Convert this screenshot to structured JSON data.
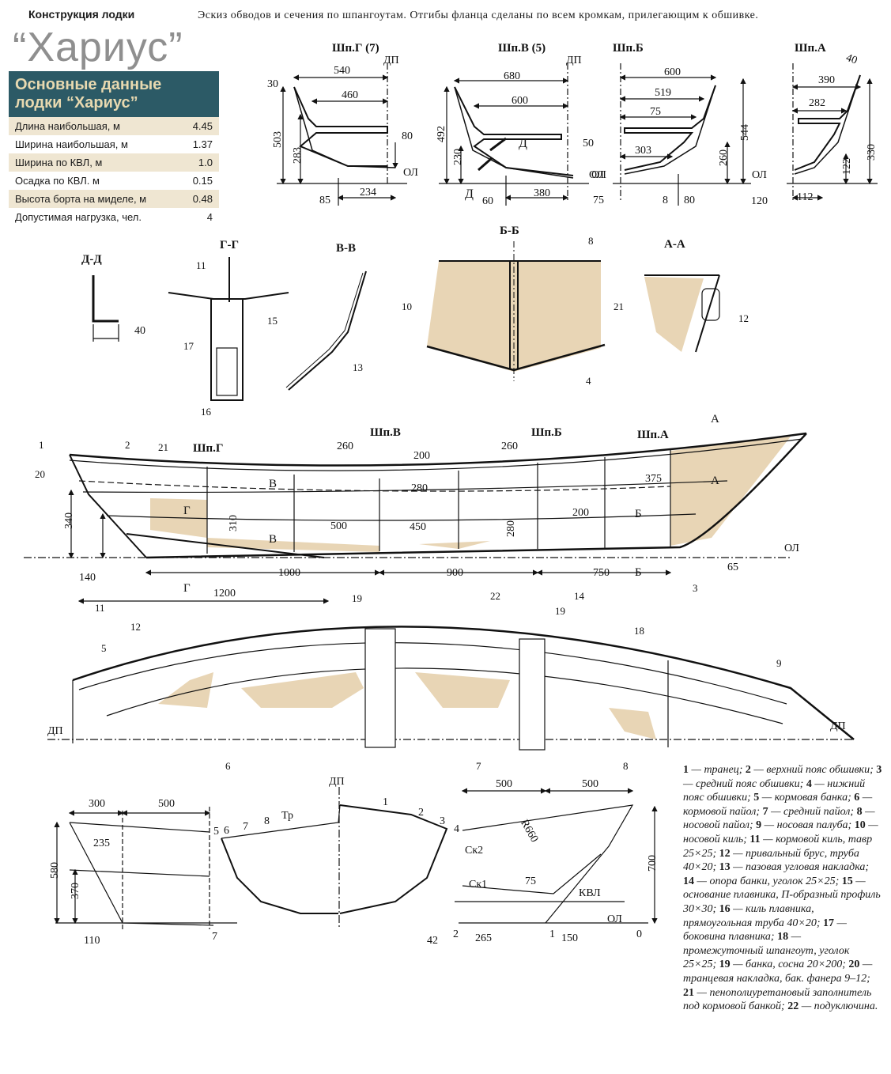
{
  "header": {
    "section_label": "Конструкция лодки",
    "boat_name": "“Хариус”",
    "caption": "Эскиз обводов и сечения по шпангоутам. Отгибы фланца сделаны по всем кромкам, прилегающим к обшивке."
  },
  "data_table": {
    "title_line1": "Основные данные",
    "title_line2": "лодки “Хариус”",
    "rows": [
      {
        "label": "Длина наибольшая, м",
        "value": "4.45"
      },
      {
        "label": "Ширина наибольшая, м",
        "value": "1.37"
      },
      {
        "label": "Ширина по КВЛ, м",
        "value": "1.0"
      },
      {
        "label": "Осадка по КВЛ. м",
        "value": "0.15"
      },
      {
        "label": "Высота борта на миделе, м",
        "value": "0.48"
      },
      {
        "label": "Допустимая нагрузка, чел.",
        "value": "4"
      }
    ]
  },
  "frames": {
    "g": {
      "title": "Шп.Г (7)",
      "dp": "ДП",
      "ol": "ОЛ",
      "d1": "540",
      "d2": "460",
      "d3": "30",
      "h1": "503",
      "h2": "283",
      "h3": "80",
      "b1": "85",
      "b2": "234"
    },
    "v": {
      "title": "Шп.В (5)",
      "dp": "ДП",
      "ol": "ОЛ",
      "d1": "680",
      "d2": "600",
      "h1": "492",
      "h2": "230",
      "h3": "50",
      "b1": "60",
      "b2": "380",
      "mark": "Д"
    },
    "b": {
      "title": "Шп.Б",
      "d1": "600",
      "d2": "519",
      "d3": "75",
      "d4": "303",
      "h1": "544",
      "h2": "260",
      "b1": "75",
      "b2": "8",
      "b3": "80",
      "ol": "ОЛ"
    },
    "a": {
      "title": "Шп.А",
      "d0": "40",
      "d1": "390",
      "d2": "282",
      "h1": "330",
      "h2": "122",
      "b1": "120",
      "b2": "112",
      "ol": "ОЛ"
    }
  },
  "sections": {
    "dd": {
      "title": "Д-Д",
      "dim": "40"
    },
    "gg": {
      "title": "Г-Г",
      "c11": "11",
      "c15": "15",
      "c17": "17",
      "c16": "16"
    },
    "vv": {
      "title": "В-В",
      "c13": "13"
    },
    "bb": {
      "title": "Б-Б",
      "c8": "8",
      "c10": "10",
      "c21": "21",
      "c4": "4"
    },
    "aa": {
      "title": "А-А",
      "c12": "12"
    }
  },
  "side_view": {
    "labels": {
      "g": "Шп.Г",
      "v": "Шп.В",
      "b": "Шп.Б",
      "a": "Шп.А",
      "ol": "ОЛ"
    },
    "dims": [
      "260",
      "200",
      "260",
      "375",
      "280",
      "280",
      "200",
      "500",
      "450",
      "310",
      "340",
      "140",
      "1000",
      "900",
      "750",
      "1200",
      "65"
    ],
    "callouts": [
      "1",
      "2",
      "20",
      "21",
      "3",
      "11",
      "14"
    ],
    "cuts": [
      "Г",
      "В",
      "В",
      "Б",
      "Б",
      "А",
      "А",
      "Г"
    ]
  },
  "plan_view": {
    "dp_left": "ДП",
    "dp_right": "ДП",
    "callouts": [
      "12",
      "5",
      "6",
      "7",
      "8",
      "9",
      "18",
      "19",
      "19",
      "22"
    ]
  },
  "lines_plan": {
    "dp": "ДП",
    "ol": "ОЛ",
    "kvl": "КВЛ",
    "sk1": "Ск1",
    "sk2": "Ск2",
    "tr": "Тр",
    "r": "R660",
    "dims_left": [
      "300",
      "500",
      "235",
      "580",
      "370",
      "110",
      "7"
    ],
    "dims_right": [
      "500",
      "500",
      "700",
      "75",
      "42",
      "265",
      "150",
      "2",
      "1",
      "0"
    ],
    "body_marks": [
      "5",
      "6",
      "7",
      "8",
      "1",
      "2",
      "3",
      "4"
    ]
  },
  "legend": [
    {
      "n": "1",
      "t": " — транец; "
    },
    {
      "n": "2",
      "t": " — верхний пояс обшивки; "
    },
    {
      "n": "3",
      "t": " — средний пояс обшивки; "
    },
    {
      "n": "4",
      "t": " — нижний пояс обшивки; "
    },
    {
      "n": "5",
      "t": " — кормовая банка; "
    },
    {
      "n": "6",
      "t": " — кормовой пайол; "
    },
    {
      "n": "7",
      "t": " — средний пайол; "
    },
    {
      "n": "8",
      "t": " — носовой пайол; "
    },
    {
      "n": "9",
      "t": " — носовая палуба; "
    },
    {
      "n": "10",
      "t": " — носовой киль; "
    },
    {
      "n": "11",
      "t": " — кормовой киль, тавр 25×25; "
    },
    {
      "n": "12",
      "t": " — привальный брус, труба 40×20; "
    },
    {
      "n": "13",
      "t": " — пазовая угловая накладка; "
    },
    {
      "n": "14",
      "t": " — опора банки, уголок 25×25; "
    },
    {
      "n": "15",
      "t": " — основание плавника, П-образный профиль 30×30; "
    },
    {
      "n": "16",
      "t": " — киль плавника, прямоугольная труба 40×20; "
    },
    {
      "n": "17",
      "t": " — боковина плавника; "
    },
    {
      "n": "18",
      "t": " — промежуточный шпангоут, уголок 25×25; "
    },
    {
      "n": "19",
      "t": " — банка, сосна 20×200; "
    },
    {
      "n": "20",
      "t": " — транцевая накладка, бак. фанера 9–12; "
    },
    {
      "n": "21",
      "t": " — пенополиуретановый заполнитель под кормовой банкой; "
    },
    {
      "n": "22",
      "t": " — подуключина."
    }
  ],
  "colors": {
    "teal": "#2c5a66",
    "cream": "#efe6d2",
    "fill": "#e8d5b5",
    "title_text": "#e8d9b0"
  }
}
